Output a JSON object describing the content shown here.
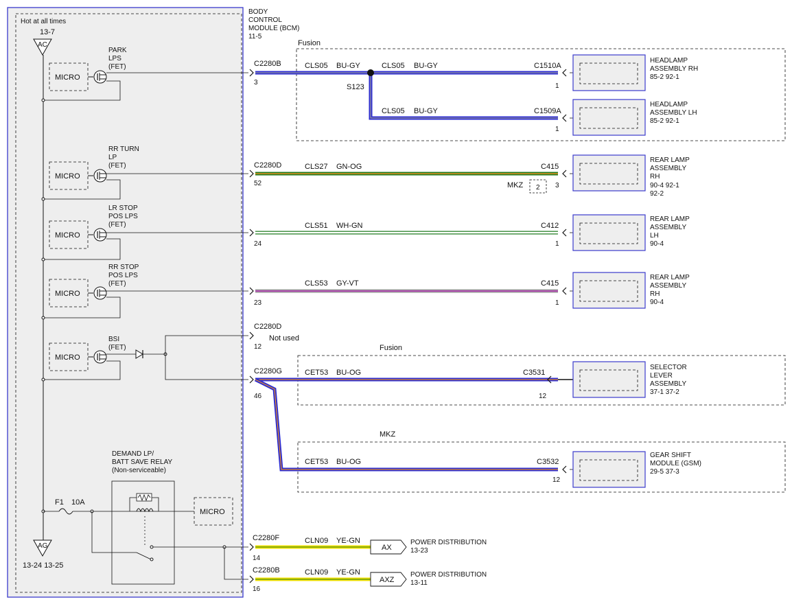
{
  "bcm": {
    "hot_label": "Hot at all times",
    "fuse_top_ref": "13-7",
    "fuse_top_code": "AC",
    "ground_code": "AG",
    "ground_ref": "13-24  13-25",
    "title_lines": [
      "BODY",
      "CONTROL",
      "MODULE (BCM)",
      "11-5"
    ],
    "micro": "MICRO",
    "park": [
      "PARK",
      "LPS",
      "(FET)"
    ],
    "rrturn": [
      "RR TURN",
      "LP",
      "(FET)"
    ],
    "lrstop": [
      "LR STOP",
      "POS LPS",
      "(FET)"
    ],
    "rrstop": [
      "RR STOP",
      "POS LPS",
      "(FET)"
    ],
    "bsi": [
      "BSI",
      "(FET)"
    ],
    "relay": [
      "DEMAND LP/",
      "BATT SAVE RELAY",
      "(Non-serviceable)"
    ],
    "fuse": "F1",
    "fuse_amp": "10A"
  },
  "zones": {
    "fusion1": "Fusion",
    "fusion2": "Fusion",
    "mkz": "MKZ"
  },
  "circuits": {
    "park": {
      "conn": "C2280B",
      "pin": "3",
      "circuit": "CLS05",
      "color": "BU-GY",
      "splice": "S123",
      "rh": {
        "circuit": "CLS05",
        "color": "BU-GY",
        "conn": "C1510A",
        "pin": "1"
      },
      "lh": {
        "circuit": "CLS05",
        "color": "BU-GY",
        "conn": "C1509A",
        "pin": "1"
      }
    },
    "rrturn": {
      "conn": "C2280D",
      "pin": "52",
      "circuit": "CLS27",
      "color": "GN-OG",
      "end_conn": "C415",
      "end_pin": "3",
      "mkz_label": "MKZ",
      "mkz_pin": "2"
    },
    "lrstop": {
      "pin": "24",
      "circuit": "CLS51",
      "color": "WH-GN",
      "end_conn": "C412",
      "end_pin": "1"
    },
    "rrstop": {
      "pin": "23",
      "circuit": "CLS53",
      "color": "GY-VT",
      "end_conn": "C415",
      "end_pin": "1"
    },
    "bsi_unused": {
      "conn": "C2280D",
      "pin": "12",
      "note": "Not used"
    },
    "bsi": {
      "conn": "C2280G",
      "pin": "46",
      "fusion": {
        "circuit": "CET53",
        "color": "BU-OG",
        "conn": "C3531",
        "pin": "12"
      },
      "mkz": {
        "circuit": "CET53",
        "color": "BU-OG",
        "conn": "C3532",
        "pin": "12"
      }
    },
    "pwr1": {
      "conn": "C2280F",
      "pin": "14",
      "circuit": "CLN09",
      "color": "YE-GN",
      "code": "AX"
    },
    "pwr2": {
      "conn": "C2280B",
      "pin": "16",
      "circuit": "CLN09",
      "color": "YE-GN",
      "code": "AXZ"
    }
  },
  "components": {
    "headlamp_rh": [
      "HEADLAMP",
      "ASSEMBLY RH",
      "85-2  92-1"
    ],
    "headlamp_lh": [
      "HEADLAMP",
      "ASSEMBLY LH",
      "85-2  92-1"
    ],
    "rear_rh_turn": [
      "REAR LAMP",
      "ASSEMBLY",
      "RH",
      "90-4  92-1",
      "92-2"
    ],
    "rear_lh": [
      "REAR LAMP",
      "ASSEMBLY",
      "LH",
      "90-4"
    ],
    "rear_rh_stop": [
      "REAR LAMP",
      "ASSEMBLY",
      "RH",
      "90-4"
    ],
    "selector": [
      "SELECTOR",
      "LEVER",
      "ASSEMBLY",
      "37-1  37-2"
    ],
    "gsm": [
      "GEAR SHIFT",
      "MODULE (GSM)",
      "29-5  37-3"
    ],
    "power1": [
      "POWER DISTRIBUTION",
      "13-23"
    ],
    "power2": [
      "POWER DISTRIBUTION",
      "13-11"
    ]
  },
  "wire_colors": {
    "blue": "#2d2dd2",
    "green": "#1e7a1e",
    "orange": "#e89020",
    "white": "#ffffff",
    "gray": "#9a9a9a",
    "violet": "#b04ab0",
    "yellow": "#f2e000",
    "module_border": "#3a3acc",
    "module_fill": "#eeeeee"
  }
}
